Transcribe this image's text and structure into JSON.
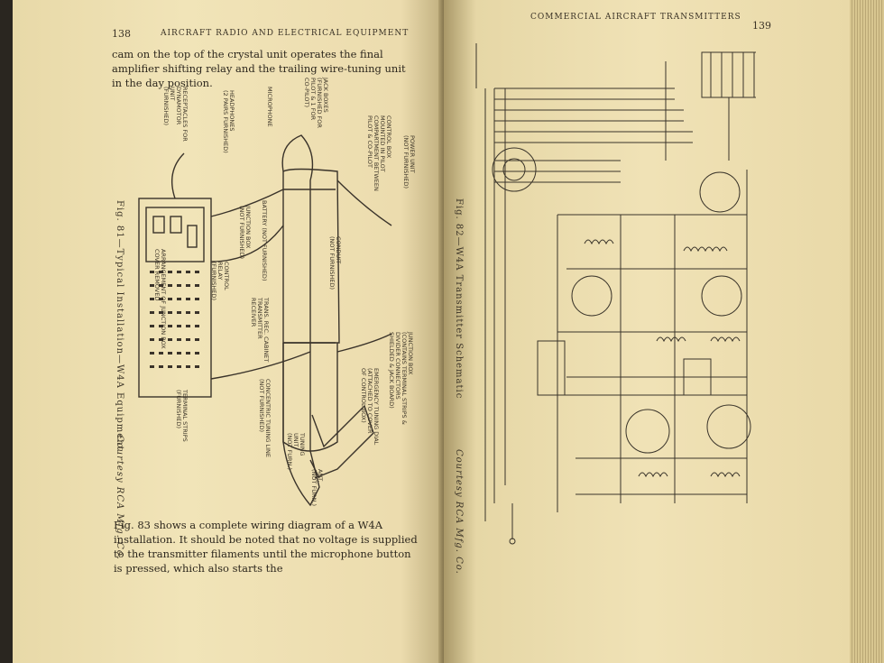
{
  "left_page": {
    "page_number": "138",
    "running_head": "AIRCRAFT RADIO AND ELECTRICAL EQUIPMENT",
    "top_text": "cam on the top of the crystal unit operates the final amplifier shifting relay and the trailing wire-tuning unit in the day position.",
    "figure_caption": "Fig. 81—Typical Installation—W4A Equipment",
    "credit": "Courtesy RCA Mfg. Co.",
    "bottom_text": "Fig. 83 shows a complete wiring diagram of a W4A installation. It should be noted that no voltage is supplied to the transmitter filaments until the microphone button is pressed, which also starts the",
    "labels": {
      "receptacles": "RECEPTACLES FOR\nDYNAMOTOR\nUNIT\n(FURNISHED)",
      "headphones": "HEADPHONES\n(2 PAIRS FURNISHED)",
      "microphone": "MICROPHONE",
      "jack_boxes": "JACK BOXES\n(FURNISHED FOR\nPILOT & 1 FOR\nCO-PILOT)",
      "control_box": "CONTROL BOX\nMOUNTED IN PILOT\nCOMPARTMENT BETWEEN\nPILOT & CO-PILOT",
      "power_unit": "POWER UNIT\n(NOT FURNISHED)",
      "battery": "BATTERY (NOT FURNISHED)",
      "junction_box_nf": "JUNCTION BOX\n(NOT FURNISHED)",
      "conduit": "CONDUIT\n(NOT FURNISHED)",
      "control_relay": "CONTROL\nRELAY\n(FURNISHED)",
      "trans_rec": "TRANS. REC. CABINET\nTRANSMITTER\nRECEIVER",
      "junction_box": "JUNCTION BOX\n(CONTAINS TERMINAL STRIPS &\nDIVIDER CONNECTORS\nSHIELDED & JACK BOARD)",
      "emergency": "EMERGENCY TUNING DIAL\n(ATTACHED TO COVER\nOF CONTROL BOX)",
      "concentric": "CONCENTRIC TUNING LINE\n(NOT FURNISHED)",
      "tuning_unit": "TUNING\nUNIT\n(NOT FURN.)",
      "ant": "ANT.\n(NOT FURN.)",
      "terminal_strips": "TERMINAL STRIPS\n(FURNISHED)",
      "arrangement": "ARRANGEMENT OF JUNCTION BOX\nCOVER REMOVED"
    }
  },
  "right_page": {
    "page_number": "139",
    "running_head": "COMMERCIAL AIRCRAFT TRANSMITTERS",
    "figure_caption": "Fig. 82—W4A Transmitter Schematic",
    "credit": "Courtesy RCA Mfg. Co."
  },
  "colors": {
    "paper": "#f0e2b6",
    "ink": "#2d271d",
    "schematic_line": "#3a342a"
  }
}
